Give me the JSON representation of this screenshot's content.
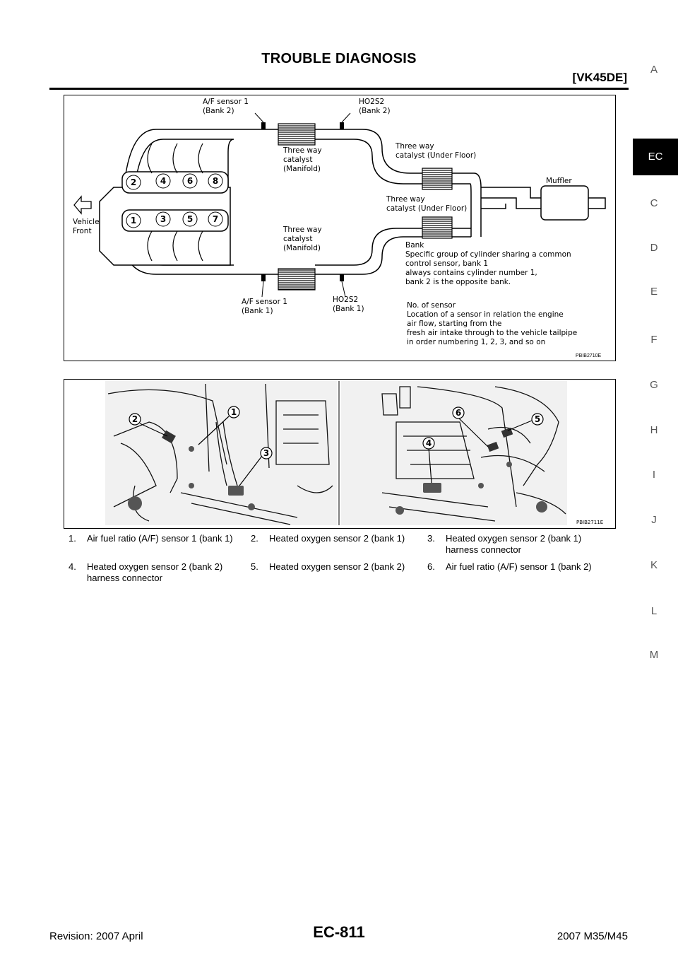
{
  "header": {
    "title": "TROUBLE DIAGNOSIS",
    "code": "[VK45DE]"
  },
  "side_tabs": [
    "A",
    "EC",
    "C",
    "D",
    "E",
    "F",
    "G",
    "H",
    "I",
    "J",
    "K",
    "L",
    "M"
  ],
  "active_tab": "EC",
  "diagram": {
    "figure_id": "PBIB2710E",
    "labels": {
      "af_bank2_l1": "A/F sensor 1",
      "af_bank2_l2": "(Bank 2)",
      "ho2s2_bank2_l1": "HO2S2",
      "ho2s2_bank2_l2": "(Bank 2)",
      "twc_manifold_top_l1": "Three way",
      "twc_manifold_top_l2": "catalyst",
      "twc_manifold_top_l3": "(Manifold)",
      "twc_under_top_l1": "Three way",
      "twc_under_top_l2": "catalyst (Under Floor)",
      "muffler": "Muffler",
      "twc_under_bot_l1": "Three way",
      "twc_under_bot_l2": "catalyst (Under Floor)",
      "vehicle_l1": "Vehicle",
      "vehicle_l2": "Front",
      "twc_manifold_bot_l1": "Three way",
      "twc_manifold_bot_l2": "catalyst",
      "twc_manifold_bot_l3": "(Manifold)",
      "bank_l1": "Bank",
      "bank_l2": "Specific group of cylinder sharing a common",
      "bank_l3": "control sensor, bank 1",
      "bank_l4": "always contains cylinder number 1,",
      "bank_l5": "bank 2 is the opposite bank.",
      "af_bank1_l1": "A/F sensor 1",
      "af_bank1_l2": "(Bank 1)",
      "ho2s2_bank1_l1": "HO2S2",
      "ho2s2_bank1_l2": "(Bank 1)",
      "nos_l1": "No. of sensor",
      "nos_l2": "Location of a sensor in relation the engine",
      "nos_l3": "air flow, starting from the",
      "nos_l4": "fresh air intake through to the vehicle tailpipe",
      "nos_l5": "in order numbering 1, 2, 3, and so on"
    },
    "cylinders_top": [
      "2",
      "4",
      "6",
      "8"
    ],
    "cylinders_bottom": [
      "1",
      "3",
      "5",
      "7"
    ]
  },
  "photo": {
    "figure_id": "PBIB2711E",
    "callouts_left": [
      "1",
      "2",
      "3"
    ],
    "callouts_right": [
      "4",
      "5",
      "6"
    ]
  },
  "legend": [
    [
      {
        "num": "1.",
        "text": "Air fuel ratio (A/F) sensor 1 (bank 1)"
      },
      {
        "num": "2.",
        "text": "Heated oxygen sensor 2 (bank 1)"
      },
      {
        "num": "3.",
        "text": "Heated oxygen sensor 2 (bank 1) harness connector"
      }
    ],
    [
      {
        "num": "4.",
        "text": "Heated oxygen sensor 2 (bank 2) harness connector"
      },
      {
        "num": "5.",
        "text": "Heated oxygen sensor 2 (bank 2)"
      },
      {
        "num": "6.",
        "text": "Air fuel ratio (A/F) sensor 1 (bank 2)"
      }
    ]
  ],
  "footer": {
    "revision": "Revision: 2007 April",
    "page": "EC-811",
    "model": "2007 M35/M45"
  }
}
